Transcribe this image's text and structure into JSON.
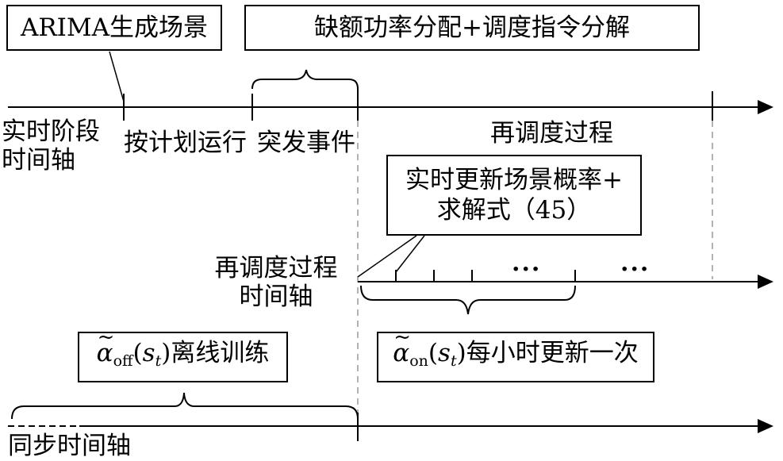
{
  "boxes": {
    "arima": "ARIMA生成场景",
    "shortage": "缺额功率分配+调度指令分解",
    "realtime_line1": "实时更新场景概率+",
    "realtime_line2": "求解式（45）",
    "offline_func": "α",
    "offline_sub": "off",
    "offline_arg": "s",
    "offline_arg_sub": "t",
    "offline_text": "离线训练",
    "online_func": "α",
    "online_sub": "on",
    "online_arg": "s",
    "online_arg_sub": "t",
    "online_text": "每小时更新一次"
  },
  "axes": {
    "realtime_line1": "实时阶段",
    "realtime_line2": "时间轴",
    "redispatch_line1": "再调度过程",
    "redispatch_line2": "时间轴",
    "sync": "同步时间轴"
  },
  "phases": {
    "planned": "按计划运行",
    "emergency": "突发事件",
    "redispatch": "再调度过程"
  },
  "ellipsis": "···"
}
